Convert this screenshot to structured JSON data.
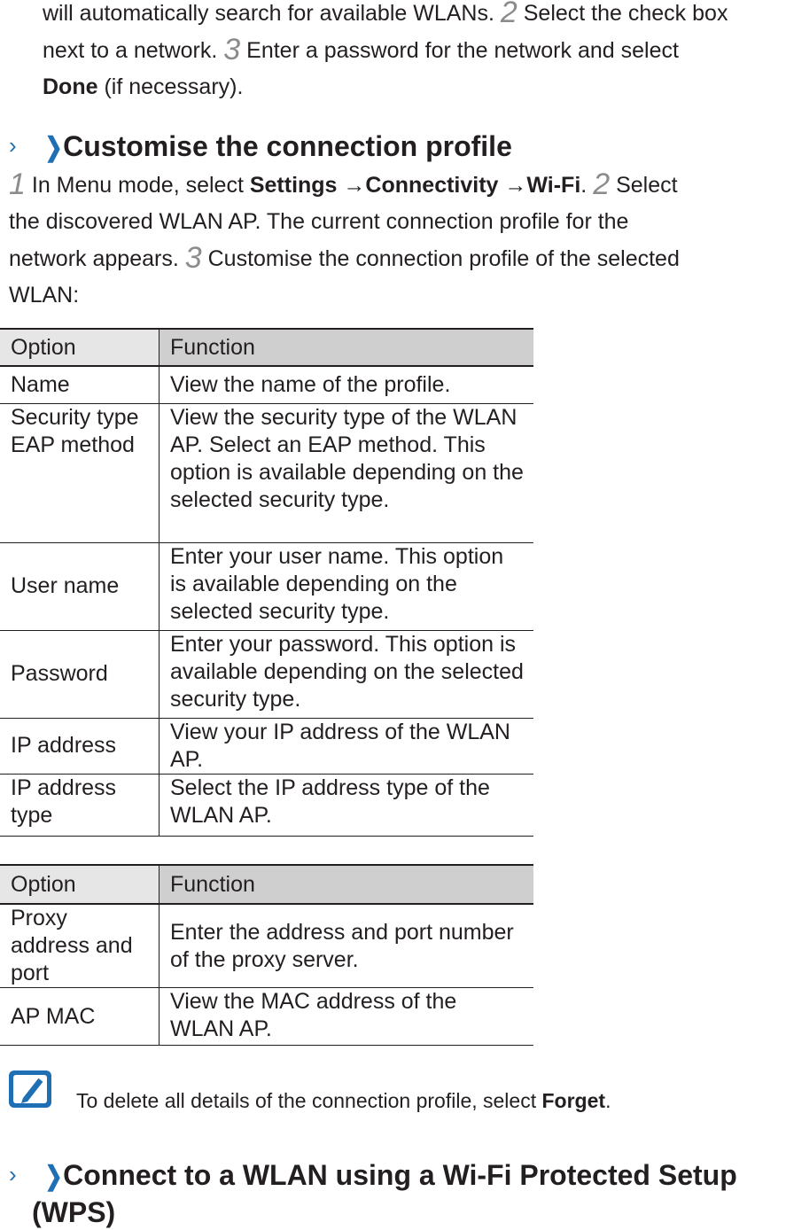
{
  "intro": {
    "line1_a": "will automatically search for available WLANs.",
    "step2_num": "2",
    "line1_b": "Select the check box",
    "line2_a": "next to a network.",
    "step3_num": "3",
    "line2_b": "Enter a password for the network and select",
    "done_bold": "Done",
    "line3_rest": "(if necessary)."
  },
  "section1": {
    "chevron_small": "›",
    "chevron_big": "❯",
    "title": "Customise the connection profile"
  },
  "steps": {
    "s1_num": "1",
    "s1_a": "In Menu mode, select",
    "settings": "Settings",
    "arrow1": "→",
    "connectivity": "Connectivity",
    "arrow2": "→",
    "wifi": "Wi-Fi",
    "s1_dot": ".",
    "s2_num": "2",
    "s2_a": "Select",
    "line2": "the discovered WLAN AP. The current connection profile for the",
    "line3_a": "network appears.",
    "s3_num": "3",
    "line3_b": "Customise the connection profile of the selected",
    "line4": "WLAN:"
  },
  "table1": {
    "header": {
      "option": "Option",
      "function": "Function"
    },
    "rows": [
      {
        "option": "Name",
        "function": "View the name of the profile."
      },
      {
        "option": "Security type EAP method",
        "function": "View the security type of the WLAN AP. Select an EAP method. This option is available depending on the selected security type."
      },
      {
        "option": "User name",
        "function": "Enter your user name. This option is available depending on the selected security type."
      },
      {
        "option": "Password",
        "function": "Enter your password. This option is available depending on the selected security type."
      },
      {
        "option": "IP address",
        "function": "View your IP address of the WLAN AP."
      },
      {
        "option": "IP address type",
        "function": "Select the IP address type of the WLAN AP."
      }
    ]
  },
  "table2": {
    "header": {
      "option": "Option",
      "function": "Function"
    },
    "rows": [
      {
        "option": "Proxy address and port",
        "function": "Enter the address and port number of the proxy server."
      },
      {
        "option": "AP MAC",
        "function": "View the MAC address of the WLAN AP."
      }
    ]
  },
  "note": {
    "icon": "note-pencil-icon",
    "text_a": "To delete all details of the connection profile, select",
    "forget_bold": "Forget",
    "text_end": "."
  },
  "section2": {
    "chevron_small": "›",
    "chevron_big": "❯",
    "title_line1": "Connect to a WLAN using a Wi-Fi Protected Setup",
    "title_line2": "(WPS)"
  },
  "colors": {
    "accent": "#1f6fb5",
    "step_number": "#8c8c8c",
    "header_option_bg": "#e6e6e6",
    "header_function_bg": "#cfcfcf"
  }
}
